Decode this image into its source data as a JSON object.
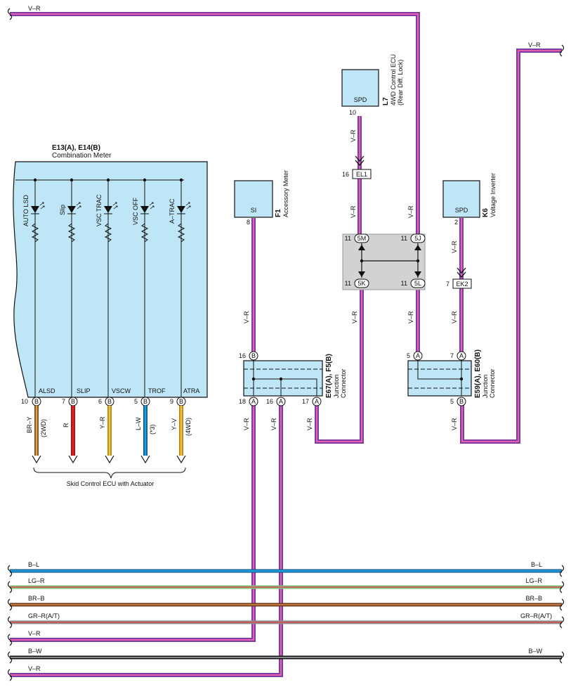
{
  "colors": {
    "box_fill": "#bfe6f7",
    "jb_fill": "#d2d2d2",
    "wire_VR_outer": "#7a3fa0",
    "wire_VR_inner": "#e95db5",
    "wire_BL": "#1e9ad6",
    "wire_LGR": "#e24b4b",
    "wire_BRB": "#a0522d",
    "wire_GRR": "#e24b4b",
    "wire_BW": "#111111",
    "wire_BRY": "#e8a040",
    "wire_R": "#ea2323",
    "wire_YR": "#f3c43a",
    "wire_LW": "#1ea0e0",
    "wire_YV": "#f1c33a"
  },
  "top_bus": {
    "label": "V–R"
  },
  "right_bus": {
    "label": "V–R"
  },
  "combo_meter": {
    "id": "E13(A), E14(B)",
    "name": "Combination Meter",
    "indicators": [
      {
        "label": "AUTO LSD",
        "terminal": "ALSD",
        "pin": "10",
        "conn": "B",
        "wire": "BR–Y",
        "note": "(2WD)"
      },
      {
        "label": "Slip",
        "terminal": "SLIP",
        "pin": "7",
        "conn": "B",
        "wire": "R",
        "note": ""
      },
      {
        "label": "VSC TRAC",
        "terminal": "VSCW",
        "pin": "6",
        "conn": "B",
        "wire": "Y–R",
        "note": ""
      },
      {
        "label": "VSC OFF",
        "terminal": "TROF",
        "pin": "5",
        "conn": "B",
        "wire": "L–W",
        "note": "(*3)"
      },
      {
        "label": "A–TRAC",
        "terminal": "ATRA",
        "pin": "9",
        "conn": "B",
        "wire": "Y–V",
        "note": "(4WD)"
      }
    ],
    "bottom_label": "Skid Control ECU with Actuator"
  },
  "accessory_meter": {
    "id": "F1",
    "name": "Accessory Meter",
    "terminal": "SI",
    "pin": "8",
    "wire": "V–R"
  },
  "jc_left": {
    "id": "E67(A), F5(B)",
    "name1": "Junction",
    "name2": "Connector",
    "top_pin": "16",
    "top_conn": "B",
    "pins": [
      {
        "pin": "18",
        "conn": "A",
        "wire": "V–R"
      },
      {
        "pin": "16",
        "conn": "A",
        "wire": "V–R"
      },
      {
        "pin": "17",
        "conn": "A",
        "wire": "V–R"
      }
    ]
  },
  "ecu_4wd": {
    "id": "L7",
    "name1": "4WD Control ECU",
    "name2": "(Rear Diff. Lock)",
    "terminal": "SPD",
    "pin": "10",
    "wire": "V–R",
    "connector": "EL1",
    "connector_pin": "16",
    "wire2": "V–R"
  },
  "junction_block": {
    "pins": [
      {
        "num": "11",
        "label": "5M"
      },
      {
        "num": "11",
        "label": "5J"
      },
      {
        "num": "11",
        "label": "5K"
      },
      {
        "num": "11",
        "label": "5L"
      }
    ],
    "wire_5J": "V–R",
    "wire_5K": "V–R",
    "wire_5L": "V–R"
  },
  "voltage_inverter": {
    "id": "K6",
    "name": "Voltage Inverter",
    "terminal": "SPD",
    "pin": "2",
    "wire": "V–R",
    "connector": "EK2",
    "connector_pin": "7",
    "wire2": "V–R"
  },
  "jc_right": {
    "id": "E59(A), E60(B)",
    "name1": "Junction",
    "name2": "Connector",
    "pins": [
      {
        "pin": "5",
        "conn": "A"
      },
      {
        "pin": "7",
        "conn": "A"
      },
      {
        "pin": "5",
        "conn": "B",
        "wire": "V–R"
      }
    ]
  },
  "bottom_buses": [
    {
      "left": "B–L",
      "right": "B–L",
      "color": "#1e9ad6"
    },
    {
      "left": "LG–R",
      "right": "LG–R",
      "color": "#e24b4b"
    },
    {
      "left": "BR–B",
      "right": "BR–B",
      "color": "#a0522d"
    },
    {
      "left": "GR–R(A/T)",
      "right": "GR–R(A/T)",
      "color": "#e24b4b"
    },
    {
      "left": "V–R",
      "right": "",
      "color": "#7a3fa0"
    },
    {
      "left": "B–W",
      "right": "B–W",
      "color": "#111111"
    },
    {
      "left": "V–R",
      "right": "",
      "color": "#7a3fa0"
    }
  ]
}
